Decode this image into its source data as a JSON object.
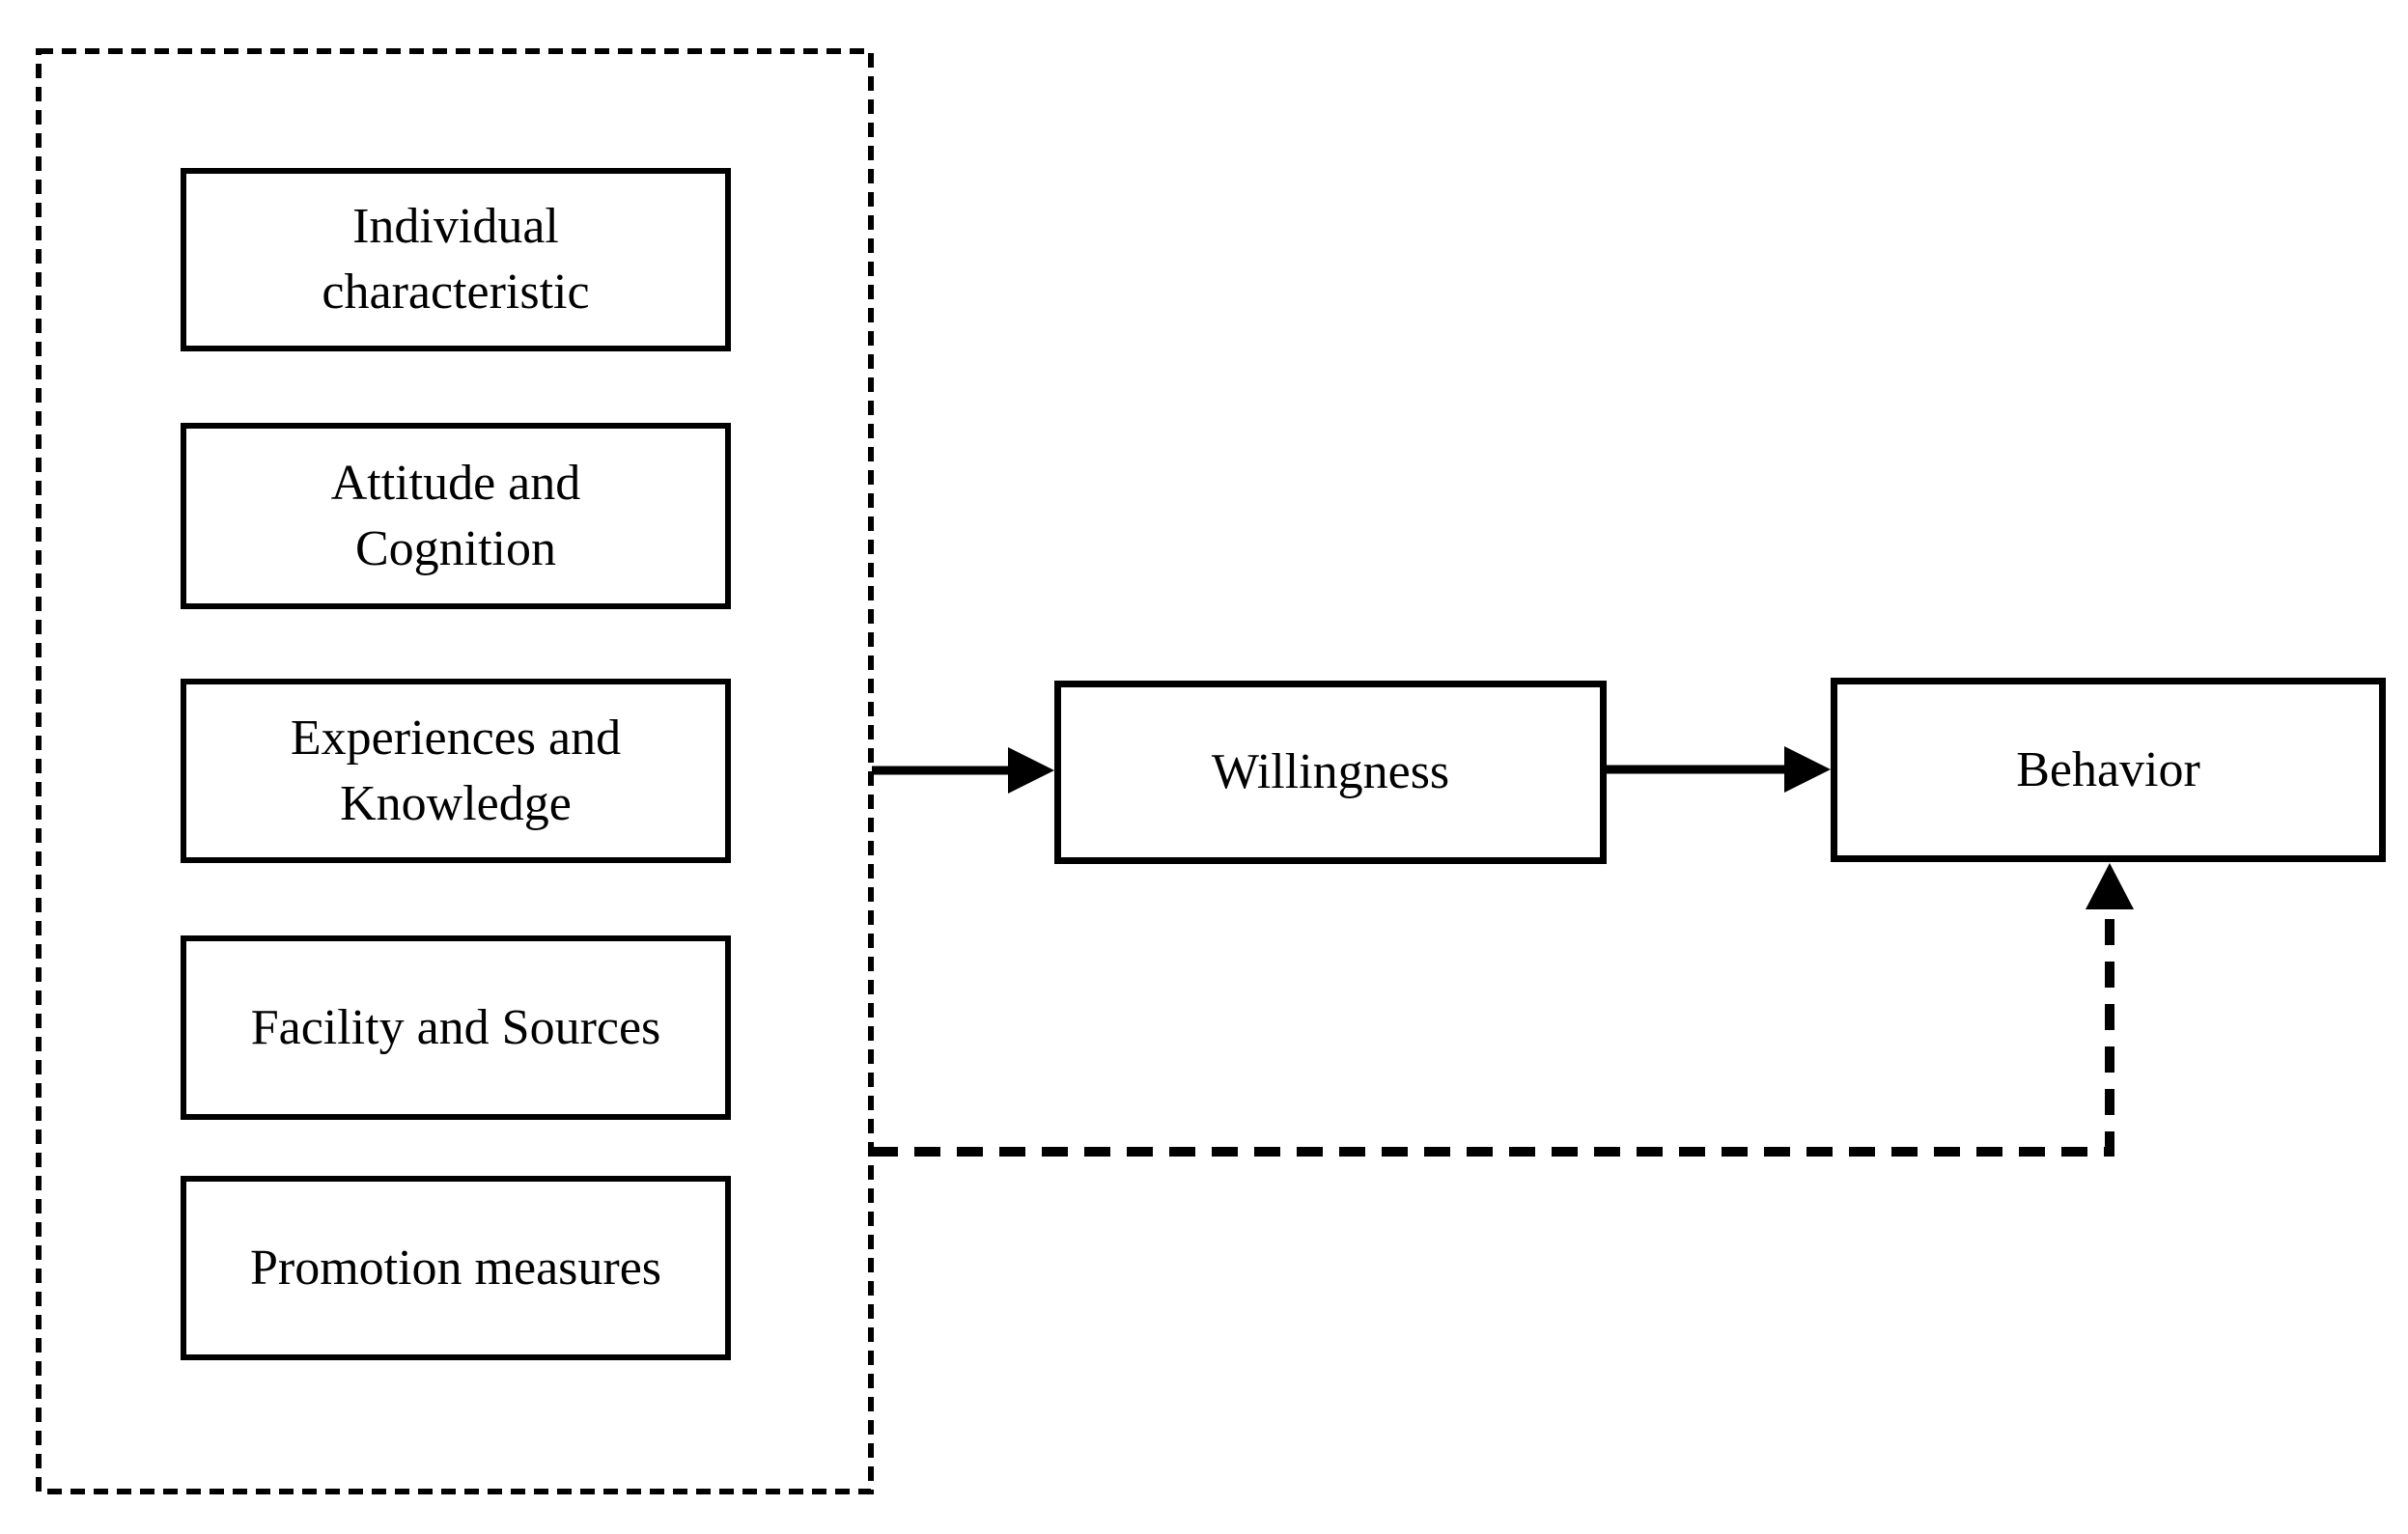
{
  "diagram": {
    "background_color": "#ffffff",
    "line_color": "#000000",
    "factors_group": {
      "border_style": "dashed",
      "items": [
        {
          "id": "individual-characteristic",
          "label": "Individual\ncharacteristic"
        },
        {
          "id": "attitude-cognition",
          "label": "Attitude and\nCognition"
        },
        {
          "id": "experiences-knowledge",
          "label": "Experiences and\nKnowledge"
        },
        {
          "id": "facility-sources",
          "label": "Facility and Sources"
        },
        {
          "id": "promotion-measures",
          "label": "Promotion measures"
        }
      ]
    },
    "nodes": {
      "willingness": {
        "label": "Willingness"
      },
      "behavior": {
        "label": "Behavior"
      }
    },
    "edges": [
      {
        "from": "factors-group",
        "to": "willingness",
        "style": "solid",
        "arrow": true
      },
      {
        "from": "willingness",
        "to": "behavior",
        "style": "solid",
        "arrow": true
      },
      {
        "from": "factors-group",
        "to": "behavior",
        "style": "dashed",
        "arrow": true
      }
    ]
  }
}
